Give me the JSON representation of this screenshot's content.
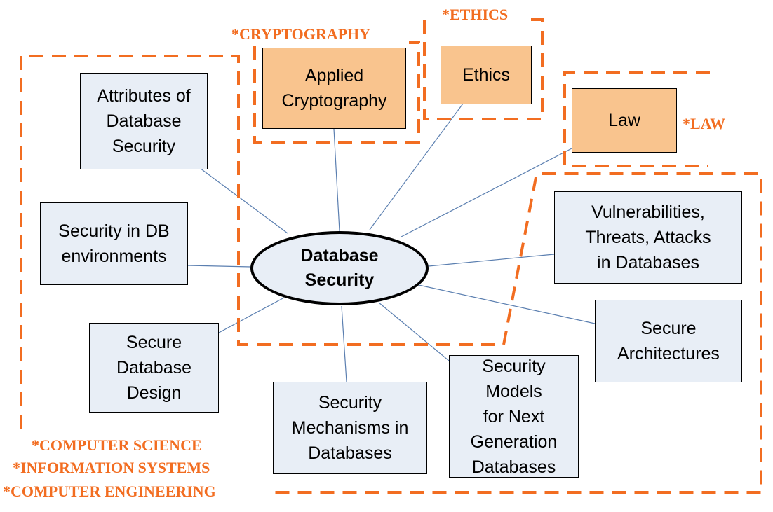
{
  "center": {
    "label": "Database\nSecurity"
  },
  "nodes": {
    "attributes": "Attributes of\nDatabase\nSecurity",
    "db_environments": "Security in DB\nenvironments",
    "secure_db_design": "Secure\nDatabase\nDesign",
    "mechanisms": "Security\nMechanisms in\nDatabases",
    "models": "Security\nModels\nfor Next\nGeneration\nDatabases",
    "architectures": "Secure\nArchitectures",
    "vulnerabilities": "Vulnerabilities,\nThreats, Attacks\nin Databases",
    "applied_crypto": "Applied\nCryptography",
    "ethics": "Ethics",
    "law": "Law"
  },
  "tags": {
    "cryptography": "*CRYPTOGRAPHY",
    "ethics": "*ETHICS",
    "law": "*LAW",
    "computer_science": "*COMPUTER SCIENCE",
    "information_systems": "*INFORMATION SYSTEMS",
    "computer_engineering": "*COMPUTER ENGINEERING"
  },
  "colors": {
    "accent_orange": "#f26d21",
    "box_fill": "#e8eef6",
    "highlight_fill": "#f9c48e",
    "connector": "#5b7fb0"
  }
}
